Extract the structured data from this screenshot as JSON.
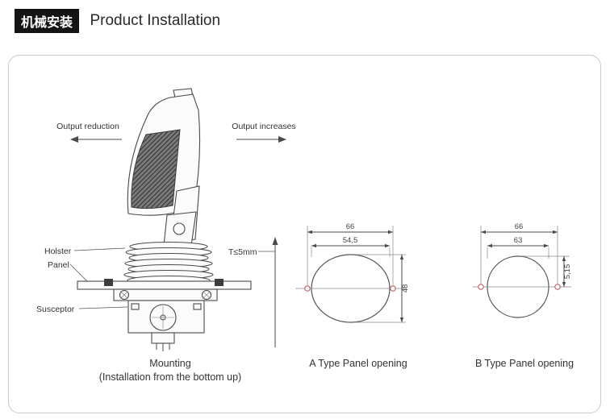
{
  "header": {
    "badge": "机械安装",
    "title": "Product Installation"
  },
  "figure": {
    "arrows": {
      "left_label": "Output reduction",
      "right_label": "Output increases"
    },
    "joystick": {
      "labels": {
        "holster": "Holster",
        "panel": "Panel",
        "susceptor": "Susceptor",
        "thickness": "T≤5mm"
      },
      "caption_line1": "Mounting",
      "caption_line2": "(Installation from the bottom up)"
    },
    "panel_a": {
      "caption": "A Type Panel opening",
      "dims": {
        "hole_spacing": "66",
        "width": "54,5",
        "height": "48"
      }
    },
    "panel_b": {
      "caption": "B Type Panel opening",
      "dims": {
        "hole_spacing": "66",
        "diameter": "63",
        "side": "5,15"
      }
    },
    "colors": {
      "line": "#4a4a4a",
      "hole_accent": "#c25b5b"
    }
  }
}
